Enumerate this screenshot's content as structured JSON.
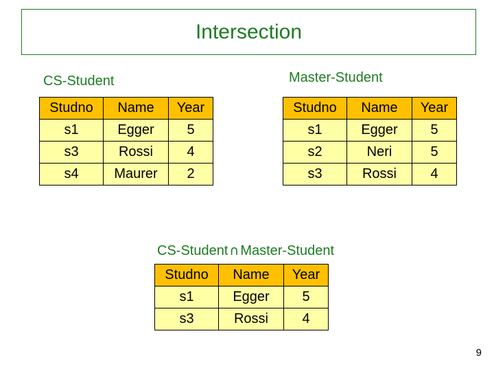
{
  "slide": {
    "title": "Intersection",
    "page_number": "9",
    "accent_color": "#1e7b23",
    "table_header_color": "#ffc000",
    "table_body_color": "#ffffa6"
  },
  "tables": {
    "cs_student": {
      "caption": "CS-Student",
      "columns": [
        "Studno",
        "Name",
        "Year"
      ],
      "rows": [
        [
          "s1",
          "Egger",
          "5"
        ],
        [
          "s3",
          "Rossi",
          "4"
        ],
        [
          "s4",
          "Maurer",
          "2"
        ]
      ]
    },
    "master_student": {
      "caption": "Master-Student",
      "columns": [
        "Studno",
        "Name",
        "Year"
      ],
      "rows": [
        [
          "s1",
          "Egger",
          "5"
        ],
        [
          "s2",
          "Neri",
          "5"
        ],
        [
          "s3",
          "Rossi",
          "4"
        ]
      ]
    },
    "result": {
      "caption_left": "CS-Student",
      "caption_symbol": "∩",
      "caption_right": "Master-Student",
      "columns": [
        "Studno",
        "Name",
        "Year"
      ],
      "rows": [
        [
          "s1",
          "Egger",
          "5"
        ],
        [
          "s3",
          "Rossi",
          "4"
        ]
      ]
    }
  }
}
